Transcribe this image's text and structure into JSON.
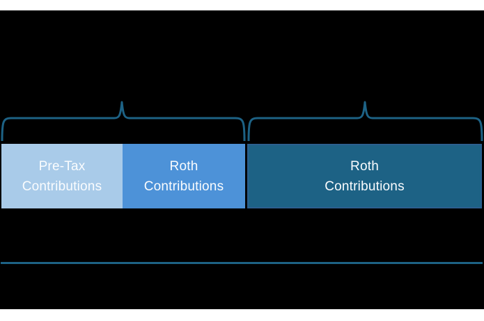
{
  "colors": {
    "background": "#000000",
    "page_margin": "#ffffff",
    "brace": "#1d6285",
    "divider": "#1d6285",
    "bar_pretax_fill": "#a9cbe9",
    "bar_roth_fill": "#4d92d8",
    "bar_roth_after_fill": "#1d6285",
    "bar_roth_after_border": "#2c5f8f",
    "label_text": "#fafcfe"
  },
  "bars": [
    {
      "line1": "Pre-Tax",
      "line2": "Contributions"
    },
    {
      "line1": "Roth",
      "line2": "Contributions"
    },
    {
      "line1": "Roth",
      "line2": "Contributions"
    }
  ]
}
